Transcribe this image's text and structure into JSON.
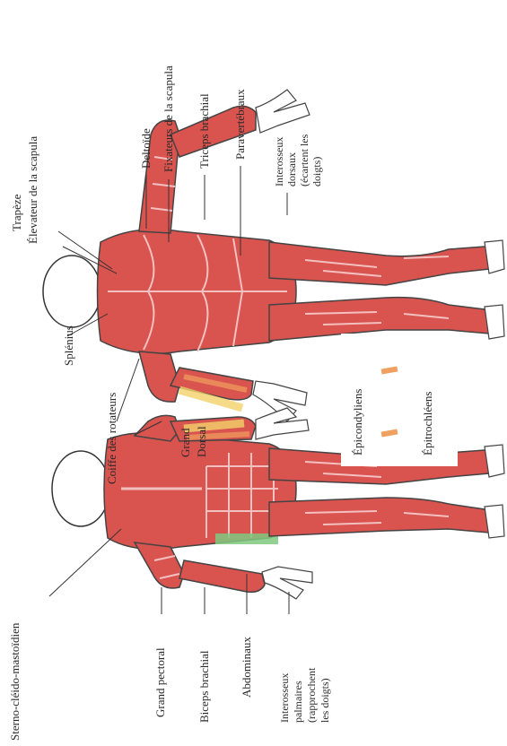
{
  "labels": {
    "trapeze": "Trapèze",
    "elevateur": "Élevateur de la scapula",
    "deltoide": "Deltoïde",
    "fixateurs": "Fixateurs de la scapula",
    "triceps": "Triceps brachial",
    "paravertebraux": "Paravertébraux",
    "interosseux_dorsaux": [
      "Interosseux",
      "dorsaux",
      "(écartent les",
      "doigts)"
    ],
    "splenius": "Splénius",
    "coiffe": "Coiffe des rotateurs",
    "grand_dorsal": [
      "Grand",
      "Dorsal"
    ],
    "epicondyliens": "Épicondyliens",
    "epitrochleens": "Épitrochléens",
    "sterno": "Sterno-cléido-mastoïdien",
    "grand_pectoral": "Grand pectoral",
    "biceps": "Biceps brachial",
    "abdominaux": "Abdominaux",
    "interosseux_palmaires": [
      "Interosseux",
      "palmaires",
      "(rapprochent",
      "les doigts)"
    ]
  },
  "colors": {
    "muscle": "#d9534f",
    "muscle_dark": "#b23a3a",
    "outline": "#444444",
    "tendon_yellow": "#f3d36b",
    "tendon_orange": "#f0a060",
    "abdo_green": "#7fc97f"
  }
}
